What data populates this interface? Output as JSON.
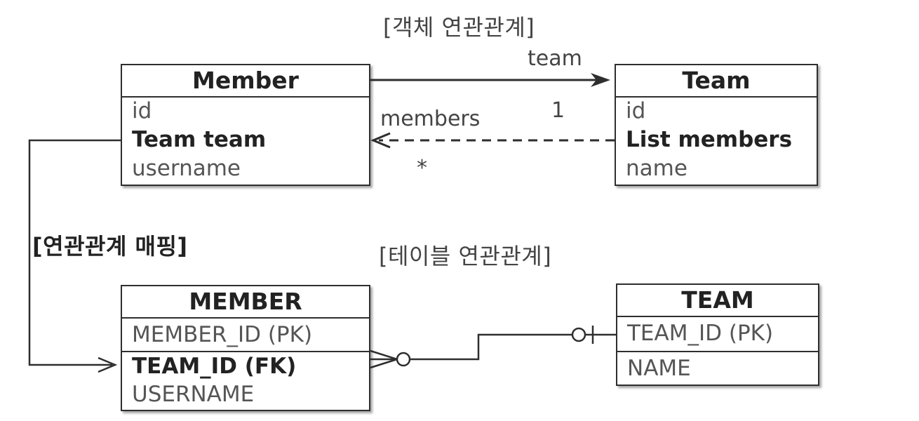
{
  "headings": {
    "object_relation": "[객체 연관관계]",
    "mapping": "[연관관계 매핑]",
    "table_relation": "[테이블 연관관계]"
  },
  "entities": {
    "member": {
      "name": "Member",
      "fields": [
        "id",
        "Team team",
        "username"
      ]
    },
    "team": {
      "name": "Team",
      "fields": [
        "id",
        "List members",
        "name"
      ]
    }
  },
  "tables": {
    "member": {
      "name": "MEMBER",
      "columns": [
        "MEMBER_ID (PK)",
        "TEAM_ID (FK)",
        "USERNAME"
      ]
    },
    "team": {
      "name": "TEAM",
      "columns": [
        "TEAM_ID (PK)",
        "NAME"
      ]
    }
  },
  "associations": {
    "team_label": "team",
    "members_label": "members",
    "one": "1",
    "many": "*"
  },
  "colors": {
    "line": "#2e2e2e",
    "text": "#2b2b2b"
  }
}
